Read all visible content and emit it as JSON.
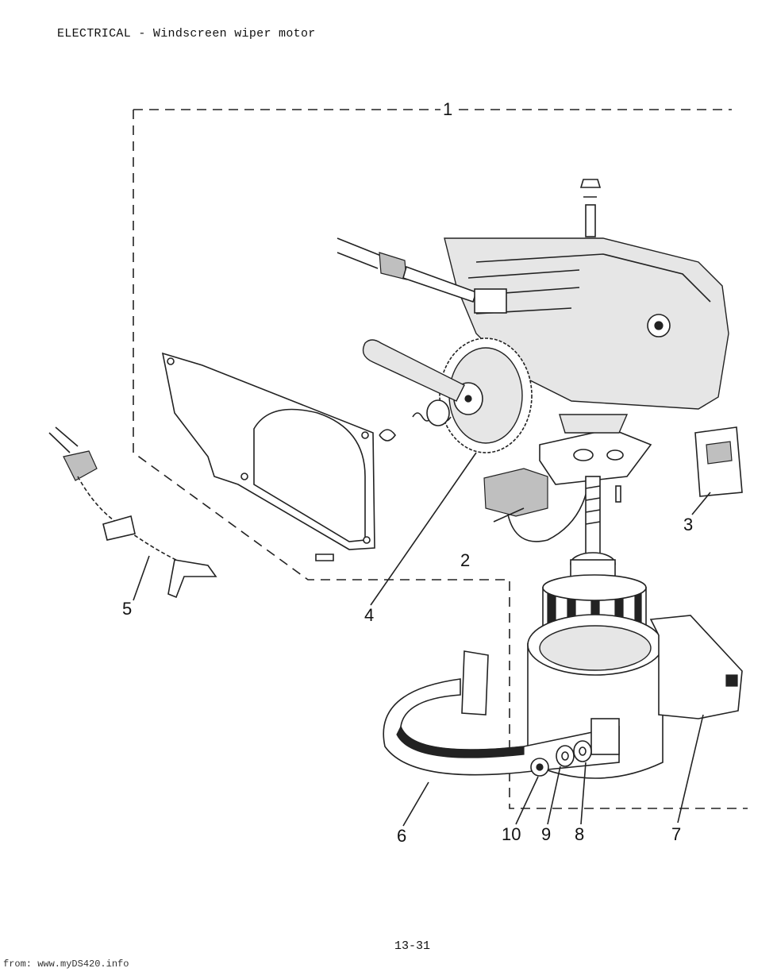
{
  "header": {
    "title": "ELECTRICAL - Windscreen wiper motor"
  },
  "callouts": [
    "1",
    "2",
    "3",
    "4",
    "5",
    "6",
    "7",
    "8",
    "9",
    "10"
  ],
  "footer": {
    "page_number": "13-31",
    "source": "from: www.myDS420.info"
  }
}
